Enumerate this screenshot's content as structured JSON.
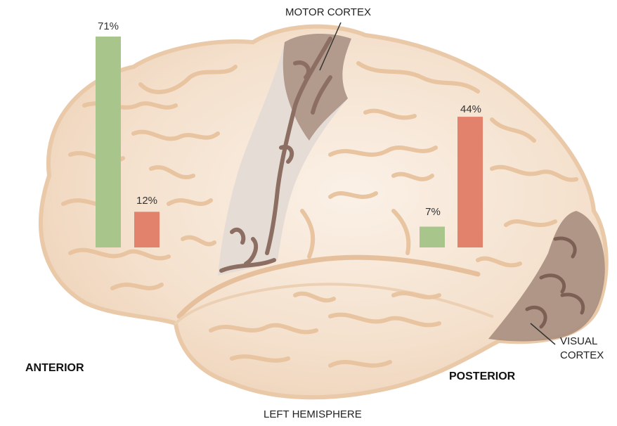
{
  "labels": {
    "motor_cortex": "MOTOR CORTEX",
    "visual_cortex_line1": "VISUAL",
    "visual_cortex_line2": "CORTEX",
    "anterior": "ANTERIOR",
    "posterior": "POSTERIOR",
    "hemisphere": "LEFT HEMISPHERE"
  },
  "colors": {
    "green_bar": "#a8c58c",
    "red_bar": "#e2826c",
    "brain_fill": "#f5e4d2",
    "brain_outline": "#e8c7a6",
    "cortex_fill": "#a88e80",
    "sulcus": "#e6c09c"
  },
  "chart_data": {
    "type": "bar",
    "groups": [
      "ANTERIOR",
      "POSTERIOR"
    ],
    "series": [
      {
        "color": "green",
        "values": [
          71,
          7
        ],
        "labels": [
          "71%",
          "7%"
        ]
      },
      {
        "color": "red",
        "values": [
          12,
          44
        ],
        "labels": [
          "12%",
          "44%"
        ]
      }
    ],
    "unit": "%"
  }
}
